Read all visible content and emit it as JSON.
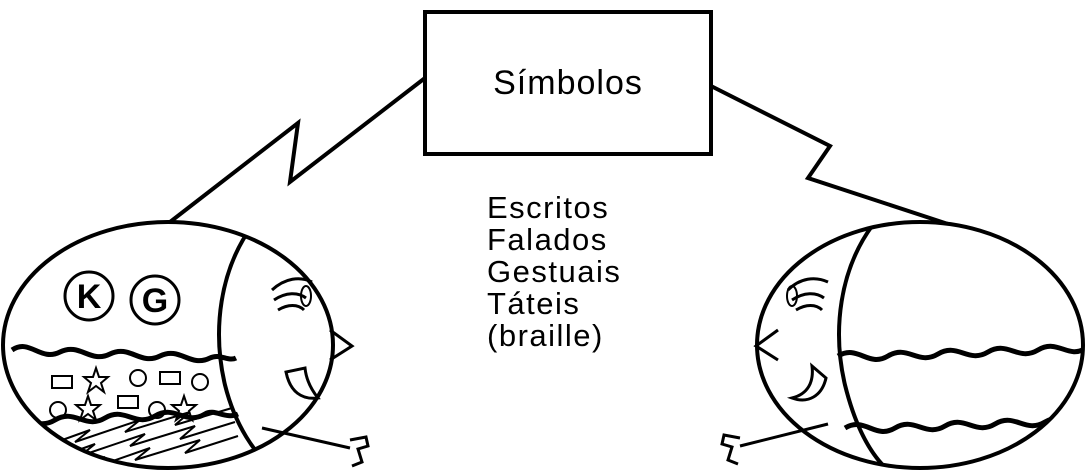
{
  "title": "Símbolos",
  "symbol_types": [
    "Escritos",
    "Falados",
    "Gestuais",
    "Táteis",
    "(braille)"
  ],
  "left_head": {
    "letters": [
      "K",
      "G"
    ],
    "symbols": [
      "rectangle",
      "star",
      "circle",
      "rectangle",
      "circle",
      "circle",
      "star",
      "rectangle",
      "circle",
      "star"
    ]
  },
  "right_head": {
    "content": "wavy-lines"
  },
  "colors": {
    "ink": "#000000",
    "paper": "#ffffff"
  }
}
